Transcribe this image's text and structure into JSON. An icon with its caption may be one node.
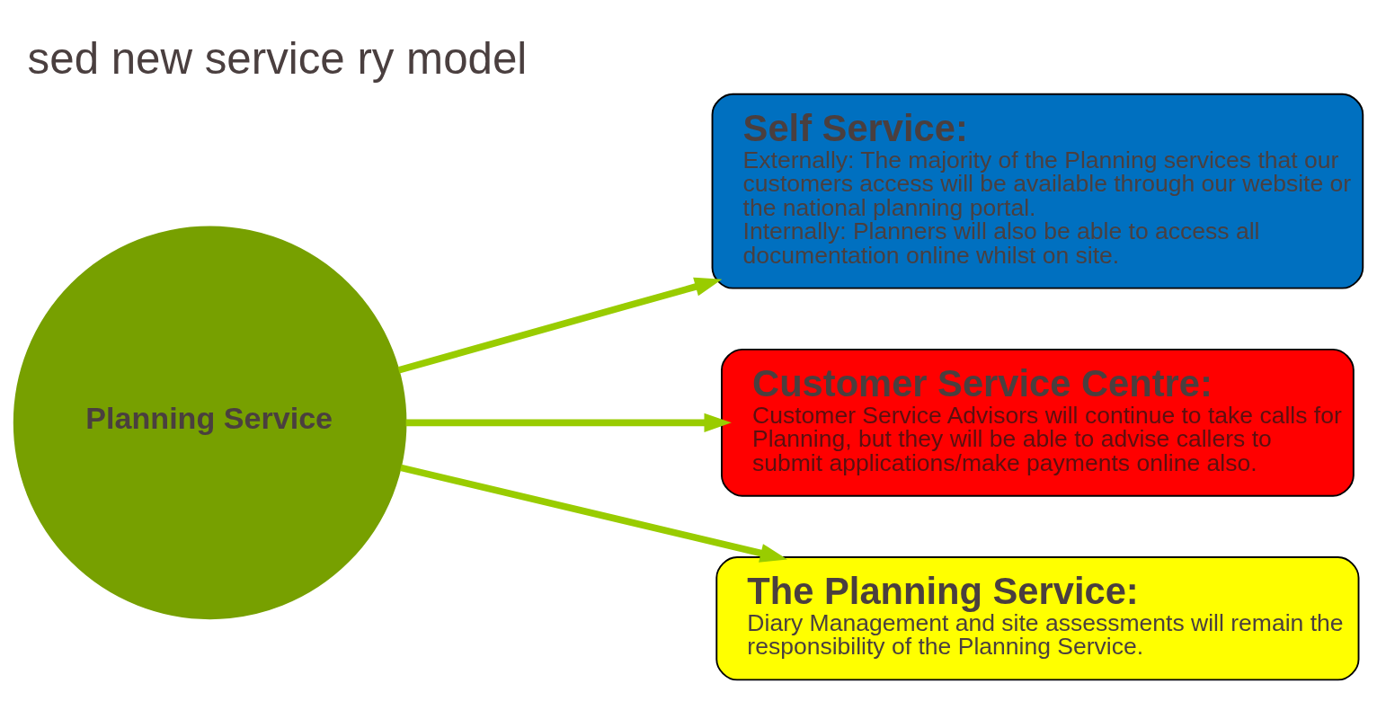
{
  "diagram": {
    "title": "sed new service ry model",
    "nodes": [
      {
        "text": [
          "Planning Service"
        ]
      },
      {
        "text": [
          "Self Service:",
          "Externally: The majority of the Planning services that our customers access will be available through our website or the national planning portal.",
          "Internally: Planners will also be able to access all documentation online whilst on site."
        ]
      },
      {
        "text": [
          "Customer Service Centre:",
          "Customer Service Advisors will continue to take calls for Planning, but they will be able to advise callers to submit applications/make payments online also."
        ]
      },
      {
        "text": [
          "The Planning Service:",
          "Diary Management and site assessments will remain the responsibility of the Planning Service."
        ]
      }
    ],
    "edges": [
      {
        "from": 0,
        "to": 1,
        "arrow": "to"
      },
      {
        "from": 0,
        "to": 2,
        "arrow": "to"
      },
      {
        "from": 0,
        "to": 3,
        "arrow": "to"
      }
    ]
  }
}
